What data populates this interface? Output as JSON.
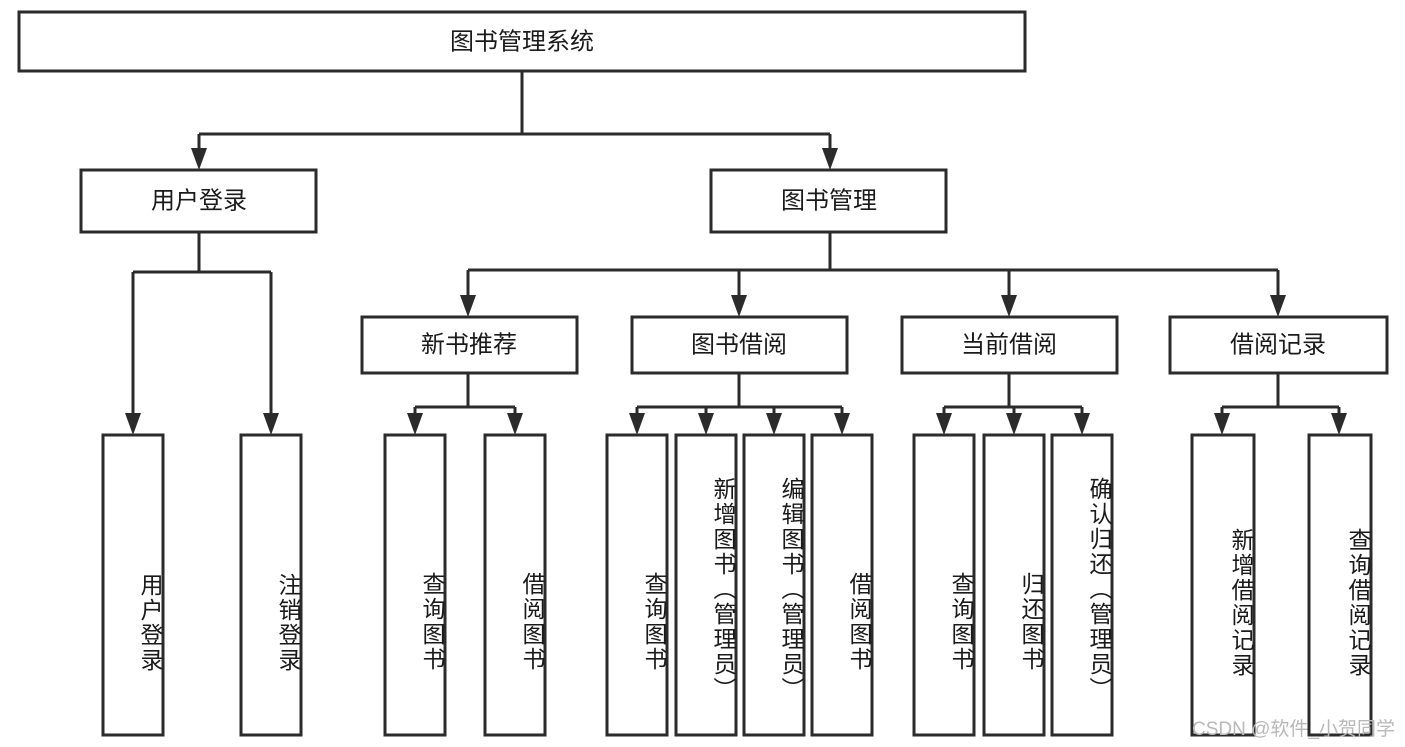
{
  "diagram": {
    "type": "tree-hierarchy-chart",
    "title": "图书管理系统",
    "orientation": "top-down",
    "box_stroke_color": "#2b2b2b",
    "box_fill_color": "#ffffff",
    "text_color": "#1a1a1a",
    "background_color": "#ffffff"
  },
  "nodes": {
    "root": {
      "label": "图书管理系统",
      "level": 0,
      "orientation": "horizontal"
    },
    "level1": [
      {
        "id": "user-login",
        "label": "用户登录",
        "orientation": "horizontal"
      },
      {
        "id": "book-management",
        "label": "图书管理",
        "orientation": "horizontal"
      }
    ],
    "level2": [
      {
        "id": "new-book-recommend",
        "label": "新书推荐",
        "orientation": "horizontal",
        "parent": "book-management"
      },
      {
        "id": "book-borrow",
        "label": "图书借阅",
        "orientation": "horizontal",
        "parent": "book-management"
      },
      {
        "id": "current-borrow",
        "label": "当前借阅",
        "orientation": "horizontal",
        "parent": "book-management"
      },
      {
        "id": "borrow-record",
        "label": "借阅记录",
        "orientation": "horizontal",
        "parent": "book-management"
      }
    ],
    "leaves": [
      {
        "id": "leaf-user-login",
        "label": "用户登录",
        "orientation": "vertical",
        "parent": "user-login"
      },
      {
        "id": "leaf-user-logout",
        "label": "注销登录",
        "orientation": "vertical",
        "parent": "user-login"
      },
      {
        "id": "leaf-query-book-1",
        "label": "查询图书",
        "orientation": "vertical",
        "parent": "new-book-recommend"
      },
      {
        "id": "leaf-borrow-book-1",
        "label": "借阅图书",
        "orientation": "vertical",
        "parent": "new-book-recommend"
      },
      {
        "id": "leaf-query-book-2",
        "label": "查询图书",
        "orientation": "vertical",
        "parent": "book-borrow"
      },
      {
        "id": "leaf-add-book",
        "label": "新增图书（管理员）",
        "orientation": "vertical",
        "parent": "book-borrow"
      },
      {
        "id": "leaf-edit-book",
        "label": "编辑图书（管理员）",
        "orientation": "vertical",
        "parent": "book-borrow"
      },
      {
        "id": "leaf-borrow-book-2",
        "label": "借阅图书",
        "orientation": "vertical",
        "parent": "book-borrow"
      },
      {
        "id": "leaf-query-book-3",
        "label": "查询图书",
        "orientation": "vertical",
        "parent": "current-borrow"
      },
      {
        "id": "leaf-return-book",
        "label": "归还图书",
        "orientation": "vertical",
        "parent": "current-borrow"
      },
      {
        "id": "leaf-confirm-return",
        "label": "确认归还（管理员）",
        "orientation": "vertical",
        "parent": "current-borrow"
      },
      {
        "id": "leaf-add-record",
        "label": "新增借阅记录",
        "orientation": "vertical",
        "parent": "borrow-record"
      },
      {
        "id": "leaf-query-record",
        "label": "查询借阅记录",
        "orientation": "vertical",
        "parent": "borrow-record"
      }
    ]
  },
  "watermark": {
    "text": "CSDN @软件_小贺同学"
  }
}
